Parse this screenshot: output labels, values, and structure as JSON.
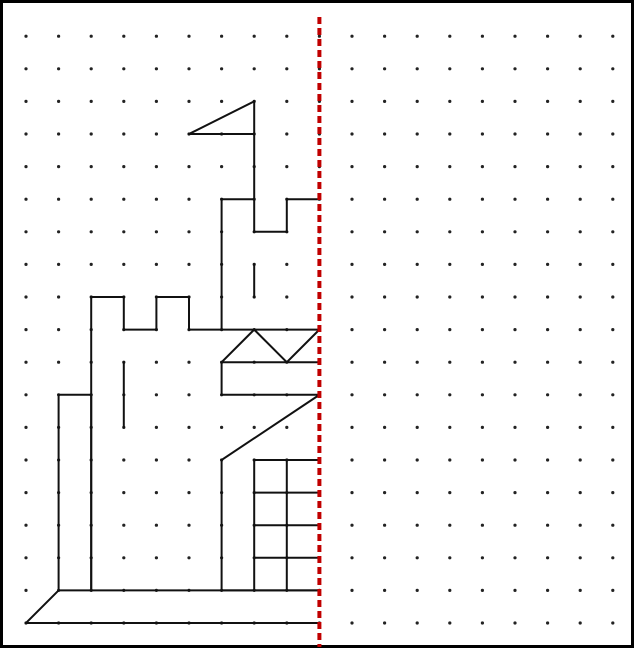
{
  "figure": {
    "type": "symmetry-completion-worksheet",
    "grid": {
      "type": "dot-grid",
      "columns": 19,
      "rows": 19,
      "unit_spacing": 1
    },
    "mirror_line": {
      "orientation": "vertical",
      "x": 9,
      "style": "dashed",
      "color": "#c00000"
    },
    "drawing_color": "#111111",
    "dot_color": "#222222",
    "shape_edges": [
      [
        [
          0,
          0
        ],
        [
          9,
          0
        ]
      ],
      [
        [
          0,
          0
        ],
        [
          1,
          1
        ]
      ],
      [
        [
          1,
          1
        ],
        [
          9,
          1
        ]
      ],
      [
        [
          1,
          1
        ],
        [
          1,
          7
        ]
      ],
      [
        [
          1,
          7
        ],
        [
          2,
          7
        ]
      ],
      [
        [
          2,
          7
        ],
        [
          2,
          1
        ]
      ],
      [
        [
          2,
          1
        ],
        [
          2,
          10
        ]
      ],
      [
        [
          2,
          10
        ],
        [
          3,
          10
        ]
      ],
      [
        [
          3,
          10
        ],
        [
          3,
          9
        ]
      ],
      [
        [
          3,
          9
        ],
        [
          4,
          9
        ]
      ],
      [
        [
          4,
          9
        ],
        [
          4,
          10
        ]
      ],
      [
        [
          4,
          10
        ],
        [
          5,
          10
        ]
      ],
      [
        [
          5,
          10
        ],
        [
          5,
          9
        ]
      ],
      [
        [
          5,
          9
        ],
        [
          6,
          9
        ]
      ],
      [
        [
          3,
          6
        ],
        [
          3,
          8
        ]
      ],
      [
        [
          6,
          1
        ],
        [
          9,
          1
        ]
      ],
      [
        [
          6,
          1
        ],
        [
          6,
          5
        ]
      ],
      [
        [
          6,
          5
        ],
        [
          9,
          7
        ]
      ],
      [
        [
          6,
          8
        ],
        [
          6,
          7
        ]
      ],
      [
        [
          6,
          7
        ],
        [
          9,
          7
        ]
      ],
      [
        [
          6,
          8
        ],
        [
          9,
          8
        ]
      ],
      [
        [
          6,
          8
        ],
        [
          7,
          9
        ]
      ],
      [
        [
          7,
          9
        ],
        [
          8,
          8
        ]
      ],
      [
        [
          8,
          8
        ],
        [
          9,
          9
        ]
      ],
      [
        [
          6,
          9
        ],
        [
          9,
          9
        ]
      ],
      [
        [
          7,
          1
        ],
        [
          7,
          5
        ]
      ],
      [
        [
          8,
          1
        ],
        [
          8,
          5
        ]
      ],
      [
        [
          7,
          5
        ],
        [
          9,
          5
        ]
      ],
      [
        [
          7,
          4
        ],
        [
          9,
          4
        ]
      ],
      [
        [
          7,
          3
        ],
        [
          9,
          3
        ]
      ],
      [
        [
          7,
          2
        ],
        [
          9,
          2
        ]
      ],
      [
        [
          6,
          9
        ],
        [
          6,
          13
        ]
      ],
      [
        [
          6,
          13
        ],
        [
          7,
          13
        ]
      ],
      [
        [
          7,
          13
        ],
        [
          7,
          12
        ]
      ],
      [
        [
          7,
          12
        ],
        [
          8,
          12
        ]
      ],
      [
        [
          8,
          12
        ],
        [
          8,
          13
        ]
      ],
      [
        [
          8,
          13
        ],
        [
          9,
          13
        ]
      ],
      [
        [
          7,
          10
        ],
        [
          7,
          11
        ]
      ],
      [
        [
          7,
          13
        ],
        [
          7,
          16
        ]
      ],
      [
        [
          7,
          16
        ],
        [
          5,
          15
        ]
      ],
      [
        [
          5,
          15
        ],
        [
          7,
          15
        ]
      ]
    ]
  }
}
